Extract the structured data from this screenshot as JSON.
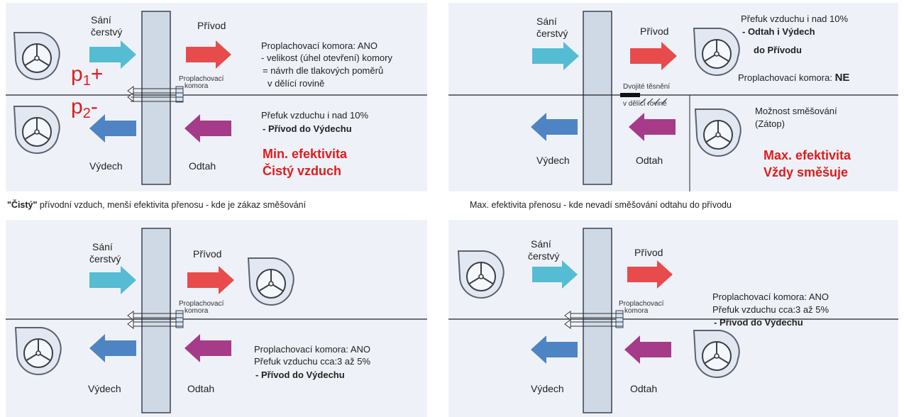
{
  "colors": {
    "panel_bg": "#eef2f8",
    "wheel_bg": "#e1e8f2",
    "arrow_cyan": "#56bcd3",
    "arrow_red": "#e84b4b",
    "arrow_purple": "#a63b8a",
    "arrow_blue": "#4f84c4",
    "highlight_red": "#e21b1b"
  },
  "labels": {
    "sani": "Sání",
    "cerstvy": "čerstvý",
    "privod": "Přívod",
    "vydech": "Výdech",
    "odtah": "Odtah",
    "proplach_small_1": "Proplachovací",
    "proplach_small_2": "komora"
  },
  "panel1": {
    "p1": "p",
    "p1_sub": "1",
    "p1_sign": "+",
    "p2": "p",
    "p2_sub": "2",
    "p2_sign": "-",
    "line1": "Proplachovací komora: ANO",
    "line2": "- velikost (úhel otevření) komory",
    "line3": "= návrh dle tlakových poměrů",
    "line4": "v dělící rovině",
    "leak1": "Přefuk vzduchu i nad 10%",
    "leak2": "- Přívod do Výdechu",
    "eff1": "Min. efektivita",
    "eff2": "Čistý vzduch"
  },
  "panel2": {
    "leak1": "Přefuk vzduchu i nad 10%",
    "leak2": "- Odtah i Výdech",
    "leak3": "do Přívodu",
    "chamber_label": "Proplachovací komora:",
    "chamber_value": "NE",
    "seal1": "Dvojité těsnění",
    "seal2": "v dělící rovině",
    "mix1": "Možnost směšování",
    "mix2": "(Zátop)",
    "eff1": "Max. efektivita",
    "eff2": "Vždy směšuje"
  },
  "captions": {
    "left_bold": "\"Čistý\"",
    "left_rest": " přívodní vzduch, menší efektivita přenosu - kde je zákaz směšování",
    "right": "Max. efektivita přenosu - kde nevadí směšování odtahu do přívodu"
  },
  "panel3": {
    "line1": "Proplachovací komora: ANO",
    "line2": "Přefuk vzduchu cca:3 až 5%",
    "line3": "- Přívod do Výdechu"
  },
  "panel4": {
    "line1": "Proplachovací komora: ANO",
    "line2": "Přefuk vzduchu cca:3 až 5%",
    "line3": "- Přívod do Výdechu"
  }
}
